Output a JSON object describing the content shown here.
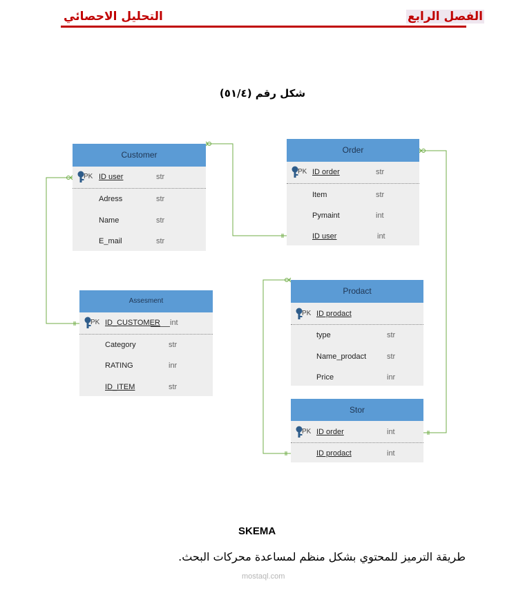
{
  "header": {
    "right_title": "الفصل الرابع",
    "left_title": "التحليل الاحصائي"
  },
  "figure_caption": "شكل رقم (٥١/٤)",
  "tables": {
    "customer": {
      "title": "Customer",
      "pk": "PK",
      "fields": [
        {
          "name": "ID user",
          "type": "str"
        },
        {
          "name": "Adress",
          "type": "str"
        },
        {
          "name": "Name",
          "type": "str"
        },
        {
          "name": "E_mail",
          "type": "str"
        }
      ]
    },
    "order": {
      "title": "Order",
      "pk": "PK",
      "fields": [
        {
          "name": "ID order",
          "type": "str"
        },
        {
          "name": "Item",
          "type": "str"
        },
        {
          "name": "Pymaint",
          "type": "int"
        },
        {
          "name": "ID user",
          "type": "int"
        }
      ]
    },
    "assesment": {
      "title": "Assesment",
      "pk": "PK",
      "fields": [
        {
          "name": "ID_CUSTOMER",
          "type": "int"
        },
        {
          "name": "Category",
          "type": "str"
        },
        {
          "name": "RATING",
          "type": "inr"
        },
        {
          "name": "ID_ITEM",
          "type": "str"
        }
      ]
    },
    "prodact": {
      "title": "Prodact",
      "pk": "PK",
      "fields": [
        {
          "name": "ID prodact",
          "type": ""
        },
        {
          "name": "type",
          "type": "str"
        },
        {
          "name": "Name_prodact",
          "type": "str"
        },
        {
          "name": "Price",
          "type": "inr"
        }
      ]
    },
    "stor": {
      "title": "Stor",
      "pk": "PK",
      "fields": [
        {
          "name": "ID order",
          "type": "int"
        },
        {
          "name": "ID prodact",
          "type": "int"
        }
      ]
    }
  },
  "footer": {
    "label": "SKEMA",
    "description": "طريقة الترميز للمحتوي بشكل منظم لمساعدة محركات البحث.",
    "watermark": "mostaql.com"
  },
  "colors": {
    "header_red": "#c00000",
    "table_header": "#5b9bd5",
    "table_body": "#eeeeee",
    "connector": "#70ad47",
    "key_icon": "#2e5c8a"
  }
}
